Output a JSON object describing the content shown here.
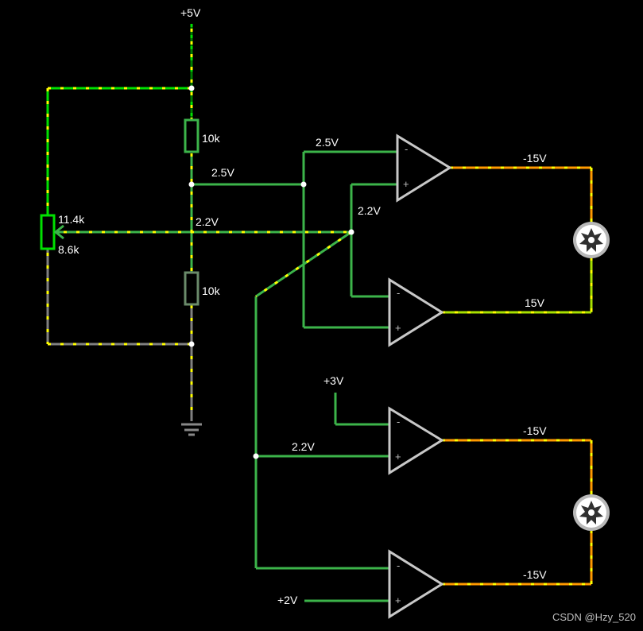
{
  "labels": {
    "vcc": "+5V",
    "r_top": "10k",
    "r_bottom": "10k",
    "pot_upper": "11.4k",
    "pot_lower": "8.6k",
    "node_mid": "2.5V",
    "node_wiper": "2.2V",
    "comp1_minus_in": "2.5V",
    "comp1_plus_in": "2.2V",
    "comp1_out": "-15V",
    "comp2_out": "15V",
    "ref_3v": "+3V",
    "comp3_plus_in": "2.2V",
    "comp3_out": "-15V",
    "ref_2v": "+2V",
    "comp4_out": "-15V",
    "minus_sign": "-",
    "plus_sign": "+"
  },
  "colors": {
    "background": "#000000",
    "wire_high": "#00e000",
    "wire_mid": "#3cb44a",
    "wire_low": "#808080",
    "wire_negative": "#ff9900",
    "current_dot": "#ffff00",
    "opamp": "#c8c8c8",
    "junction": "#ffffff"
  },
  "icons": {
    "motor_1": "motor-gear-icon",
    "motor_2": "motor-gear-icon",
    "ground": "ground-icon"
  },
  "watermark": "CSDN @Hzy_520"
}
